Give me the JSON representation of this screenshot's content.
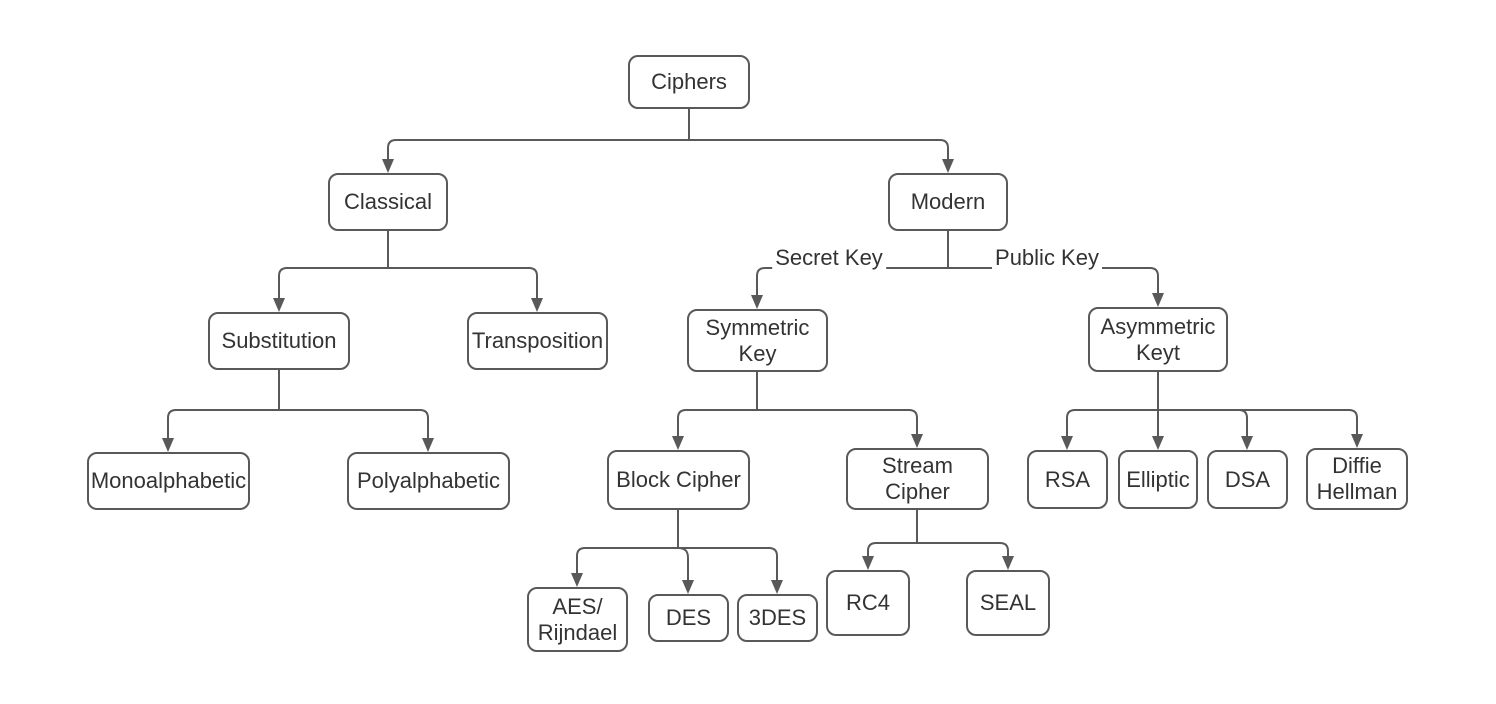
{
  "nodes": {
    "ciphers": {
      "label": "Ciphers"
    },
    "classical": {
      "label": "Classical"
    },
    "modern": {
      "label": "Modern"
    },
    "substitution": {
      "label": "Substitution"
    },
    "transposition": {
      "label": "Transposition"
    },
    "symmetric": {
      "label": "Symmetric\nKey"
    },
    "asymmetric": {
      "label": "Asymmetric\nKeyt"
    },
    "monoalphabetic": {
      "label": "Monoalphabetic"
    },
    "polyalphabetic": {
      "label": "Polyalphabetic"
    },
    "block_cipher": {
      "label": "Block Cipher"
    },
    "stream_cipher": {
      "label": "Stream\nCipher"
    },
    "rsa": {
      "label": "RSA"
    },
    "elliptic": {
      "label": "Elliptic"
    },
    "dsa": {
      "label": "DSA"
    },
    "diffie_hellman": {
      "label": "Diffie\nHellman"
    },
    "aes_rijndael": {
      "label": "AES/\nRijndael"
    },
    "des": {
      "label": "DES"
    },
    "tdes": {
      "label": "3DES"
    },
    "rc4": {
      "label": "RC4"
    },
    "seal": {
      "label": "SEAL"
    }
  },
  "edge_labels": {
    "secret_key": "Secret Key",
    "public_key": "Public Key"
  },
  "edges": [
    {
      "from": "Ciphers",
      "to": "Classical"
    },
    {
      "from": "Ciphers",
      "to": "Modern"
    },
    {
      "from": "Classical",
      "to": "Substitution"
    },
    {
      "from": "Classical",
      "to": "Transposition"
    },
    {
      "from": "Modern",
      "to": "Symmetric Key",
      "label": "Secret Key"
    },
    {
      "from": "Modern",
      "to": "Asymmetric Keyt",
      "label": "Public Key"
    },
    {
      "from": "Substitution",
      "to": "Monoalphabetic"
    },
    {
      "from": "Substitution",
      "to": "Polyalphabetic"
    },
    {
      "from": "Symmetric Key",
      "to": "Block Cipher"
    },
    {
      "from": "Symmetric Key",
      "to": "Stream Cipher"
    },
    {
      "from": "Block Cipher",
      "to": "AES/Rijndael"
    },
    {
      "from": "Block Cipher",
      "to": "DES"
    },
    {
      "from": "Block Cipher",
      "to": "3DES"
    },
    {
      "from": "Stream Cipher",
      "to": "RC4"
    },
    {
      "from": "Stream Cipher",
      "to": "SEAL"
    },
    {
      "from": "Asymmetric Keyt",
      "to": "RSA"
    },
    {
      "from": "Asymmetric Keyt",
      "to": "Elliptic"
    },
    {
      "from": "Asymmetric Keyt",
      "to": "DSA"
    },
    {
      "from": "Asymmetric Keyt",
      "to": "Diffie Hellman"
    }
  ],
  "colors": {
    "line": "#595959",
    "box_border": "#595959",
    "box_fill": "#ffffff",
    "text": "#333333",
    "background": "#ffffff"
  }
}
